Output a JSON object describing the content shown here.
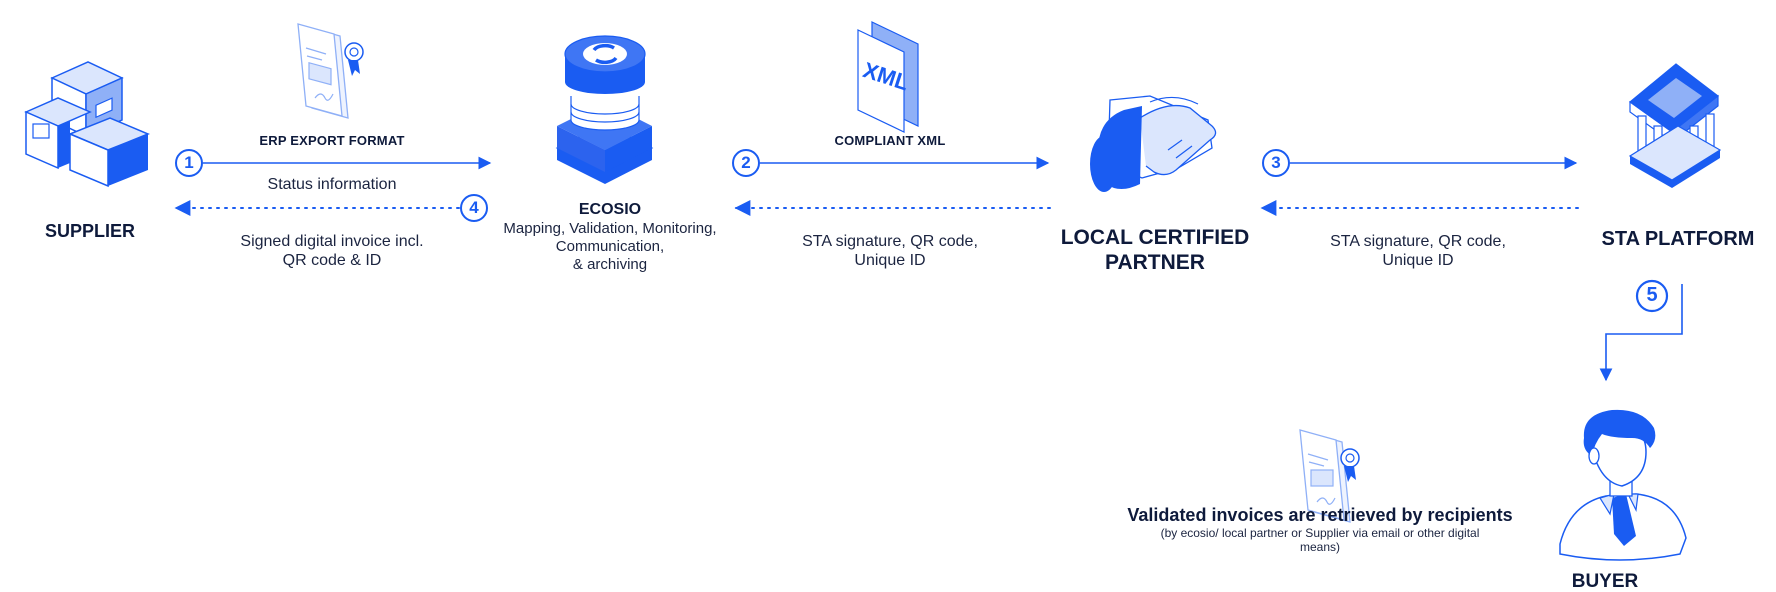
{
  "colors": {
    "accent": "#1a5cf2",
    "accent_light": "#8fb0f7",
    "accent_pale": "#dbe6fd",
    "ink": "#0e1a3b"
  },
  "nodes": {
    "supplier": {
      "label": "SUPPLIER",
      "icon": "boxes-icon"
    },
    "ecosio": {
      "label": "ECOSIO",
      "sub1": "Mapping, Validation, Monitoring,",
      "sub2": "Communication,",
      "sub3": "& archiving",
      "icon": "database-sync-icon"
    },
    "partner": {
      "label1": "LOCAL CERTIFIED",
      "label2": "PARTNER",
      "icon": "handshake-icon"
    },
    "sta": {
      "label": "STA PLATFORM",
      "icon": "government-building-icon"
    },
    "buyer": {
      "label": "BUYER",
      "icon": "person-icon"
    }
  },
  "docs": {
    "erp": {
      "label": "ERP EXPORT FORMAT",
      "icon": "invoice-document-icon"
    },
    "xml": {
      "label": "COMPLIANT XML",
      "icon_text": "XML",
      "icon": "xml-file-icon"
    },
    "retrieval": {
      "title": "Validated invoices are retrieved by recipients",
      "note1": "(by ecosio/ local partner or Supplier via email or other digital",
      "note2": "means)",
      "icon": "invoice-document-icon"
    }
  },
  "steps": {
    "s1": {
      "num": "1",
      "label": "Status information"
    },
    "s2": {
      "num": "2"
    },
    "s3": {
      "num": "3"
    },
    "s4": {
      "num": "4",
      "label1": "Signed digital invoice incl.",
      "label2": "QR code & ID"
    },
    "s5": {
      "num": "5"
    }
  },
  "returns": {
    "partner_to_ecosio": {
      "line1": "STA signature, QR code,",
      "line2": "Unique ID"
    },
    "sta_to_partner": {
      "line1": "STA signature, QR code,",
      "line2": "Unique ID"
    }
  }
}
